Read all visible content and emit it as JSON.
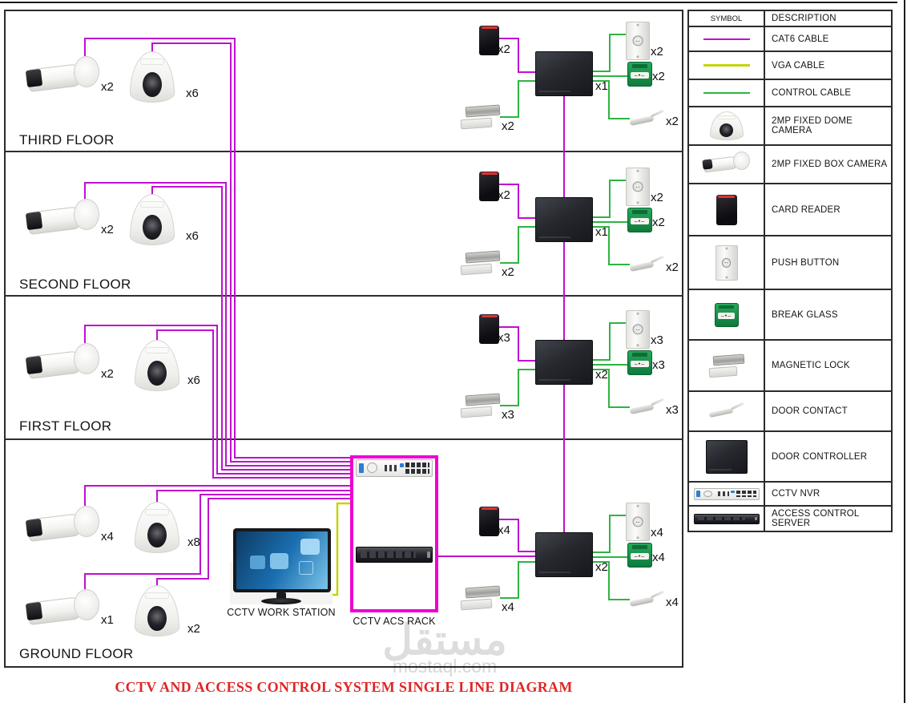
{
  "title": "CCTV AND ACCESS CONTROL SYSTEM SINGLE LINE DIAGRAM",
  "watermark": {
    "arabic": "مستقل",
    "domain": "mostaql.com"
  },
  "colors": {
    "cat6_cable": "#bf10cf",
    "vga_cable": "#c3d409",
    "control_cable": "#2eb441",
    "rack_border": "#ee00cf",
    "title_red": "#de2726"
  },
  "equipment": {
    "workstation_label": "CCTV WORK STATION",
    "rack_label": "CCTV ACS RACK"
  },
  "floors": [
    {
      "name": "THIRD FLOOR",
      "bullet": "x2",
      "dome": "x6",
      "reader": "x2",
      "controller": "x1",
      "push_button": "x2",
      "break_glass": "x2",
      "magnetic_lock": "x2",
      "door_contact": "x2"
    },
    {
      "name": "SECOND FLOOR",
      "bullet": "x2",
      "dome": "x6",
      "reader": "x2",
      "controller": "x1",
      "push_button": "x2",
      "break_glass": "x2",
      "magnetic_lock": "x2",
      "door_contact": "x2"
    },
    {
      "name": "FIRST FLOOR",
      "bullet": "x2",
      "dome": "x6",
      "reader": "x3",
      "controller": "x2",
      "push_button": "x3",
      "break_glass": "x3",
      "magnetic_lock": "x3",
      "door_contact": "x3"
    },
    {
      "name": "GROUND FLOOR",
      "bullet": "x4",
      "dome": "x8",
      "bullet2": "x1",
      "dome2": "x2",
      "reader": "x4",
      "controller": "x2",
      "push_button": "x4",
      "break_glass": "x4",
      "magnetic_lock": "x4",
      "door_contact": "x4"
    }
  ],
  "legend": {
    "symbol_header": "SYMBOL",
    "description_header": "DESCRIPTION",
    "rows": [
      {
        "symbol": "cat6-line",
        "description": "CAT6 CABLE"
      },
      {
        "symbol": "vga-line",
        "description": "VGA CABLE"
      },
      {
        "symbol": "control-line",
        "description": "CONTROL CABLE"
      },
      {
        "symbol": "dome-camera",
        "description": "2MP FIXED DOME CAMERA"
      },
      {
        "symbol": "bullet-camera",
        "description": "2MP FIXED BOX CAMERA"
      },
      {
        "symbol": "card-reader",
        "description": "CARD READER"
      },
      {
        "symbol": "push-button",
        "description": "PUSH BUTTON"
      },
      {
        "symbol": "break-glass",
        "description": "BREAK GLASS"
      },
      {
        "symbol": "magnetic-lock",
        "description": "MAGNETIC LOCK"
      },
      {
        "symbol": "door-contact",
        "description": "DOOR CONTACT"
      },
      {
        "symbol": "door-controller",
        "description": "DOOR CONTROLLER"
      },
      {
        "symbol": "cctv-nvr",
        "description": "CCTV NVR"
      },
      {
        "symbol": "access-control-server",
        "description": "ACCESS CONTROL SERVER"
      }
    ]
  }
}
